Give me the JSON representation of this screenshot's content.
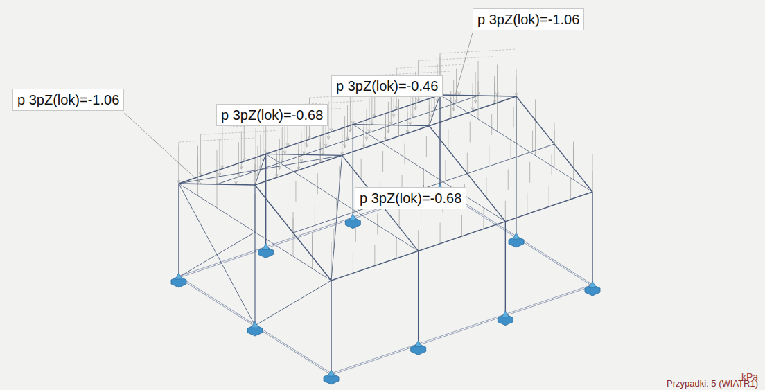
{
  "diagram": {
    "nodes": [
      {
        "text": [
          "p 3pZ(lok)=-1.06"
        ]
      },
      {
        "text": [
          "p 3pZ(lok)=-1.06"
        ]
      },
      {
        "text": [
          "p 3pZ(lok)=-0.46"
        ]
      },
      {
        "text": [
          "p 3pZ(lok)=-0.68"
        ]
      },
      {
        "text": [
          "p 3pZ(lok)=-0.68"
        ]
      }
    ],
    "labels": [
      "kPa",
      "Przypadki: 5 (WIATR1)"
    ]
  }
}
